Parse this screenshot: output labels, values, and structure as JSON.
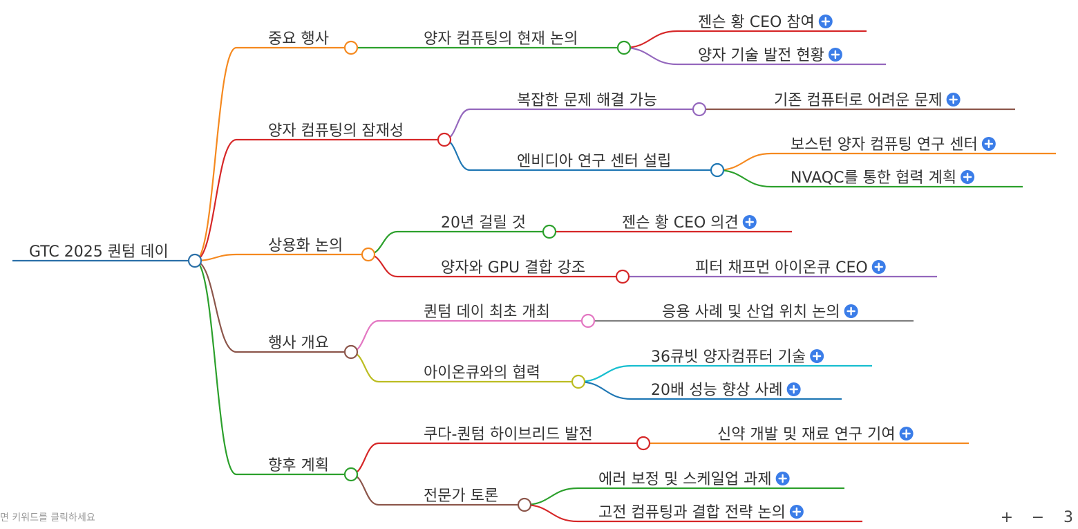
{
  "root": {
    "label": "GTC 2025 퀀텀 데이",
    "color": "#2a6fa8"
  },
  "branches": [
    {
      "label": "중요 행사",
      "color": "#f5891f",
      "children": [
        {
          "label": "양자 컴퓨팅의 현재 논의",
          "color": "#2ca02c",
          "children": [
            {
              "label": "젠슨 황 CEO 참여",
              "color": "#d62728"
            },
            {
              "label": "양자 기술 발전 현황",
              "color": "#9467bd"
            }
          ]
        }
      ]
    },
    {
      "label": "양자 컴퓨팅의 잠재성",
      "color": "#d62728",
      "children": [
        {
          "label": "복잡한 문제 해결 가능",
          "color": "#9467bd",
          "children": [
            {
              "label": "기존 컴퓨터로 어려운 문제",
              "color": "#8c564b"
            }
          ]
        },
        {
          "label": "엔비디아 연구 센터 설립",
          "color": "#1f77b4",
          "children": [
            {
              "label": "보스턴 양자 컴퓨팅 연구 센터",
              "color": "#f5891f"
            },
            {
              "label": "NVAQC를 통한 협력 계획",
              "color": "#2ca02c"
            }
          ]
        }
      ]
    },
    {
      "label": "상용화 논의",
      "color": "#f5891f",
      "children": [
        {
          "label": "20년 걸릴 것",
          "color": "#2ca02c",
          "children": [
            {
              "label": "젠슨 황 CEO 의견",
              "color": "#d62728"
            }
          ]
        },
        {
          "label": "양자와 GPU 결합 강조",
          "color": "#d62728",
          "children": [
            {
              "label": "피터 채프먼 아이온큐 CEO",
              "color": "#9467bd"
            }
          ]
        }
      ]
    },
    {
      "label": "행사 개요",
      "color": "#8c564b",
      "children": [
        {
          "label": "퀀텀 데이 최초 개최",
          "color": "#e377c2",
          "children": [
            {
              "label": "응용 사례 및 산업 위치 논의",
              "color": "#7f7f7f"
            }
          ]
        },
        {
          "label": "아이온큐와의 협력",
          "color": "#bcbd22",
          "children": [
            {
              "label": "36큐빗 양자컴퓨터 기술",
              "color": "#17becf"
            },
            {
              "label": "20배 성능 향상 사례",
              "color": "#1f77b4"
            }
          ]
        }
      ]
    },
    {
      "label": "향후 계획",
      "color": "#2ca02c",
      "children": [
        {
          "label": "쿠다-퀀텀 하이브리드 발전",
          "color": "#d62728",
          "children": [
            {
              "label": "신약 개발 및 재료 연구 기여",
              "color": "#f5891f"
            }
          ]
        },
        {
          "label": "전문가 토론",
          "color": "#8c564b",
          "children": [
            {
              "label": "에러 보정 및 스케일업 과제",
              "color": "#2ca02c"
            },
            {
              "label": "고전 컴퓨팅과 결합 전략 논의",
              "color": "#d62728"
            }
          ]
        }
      ]
    }
  ],
  "hint": "면 키워드를 클릭하세요",
  "controls": {
    "zoom_in": "+",
    "zoom_out": "−",
    "fit": "3"
  },
  "expand_color": "#3b7de8"
}
